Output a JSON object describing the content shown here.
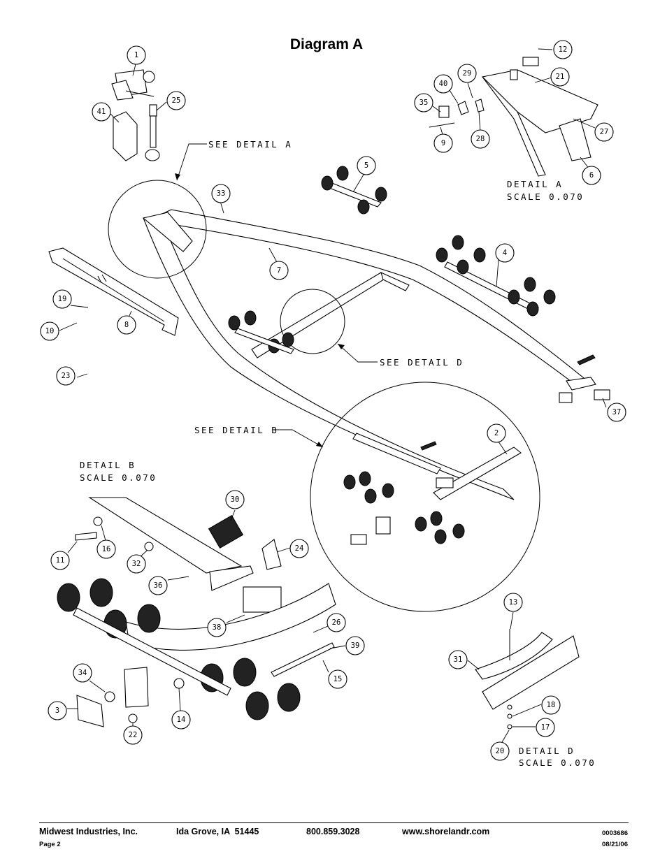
{
  "title": "Diagram A",
  "notes": {
    "see_detail_a": "SEE DETAIL A",
    "see_detail_b": "SEE DETAIL B",
    "see_detail_d": "SEE DETAIL D",
    "detail_a_label": "DETAIL A",
    "detail_a_scale": "SCALE 0.070",
    "detail_b_label": "DETAIL B",
    "detail_b_scale": "SCALE 0.070",
    "detail_d_label": "DETAIL D",
    "detail_d_scale": "SCALE 0.070"
  },
  "callouts": [
    "1",
    "41",
    "25",
    "5",
    "33",
    "7",
    "8",
    "19",
    "10",
    "23",
    "4",
    "37",
    "2",
    "12",
    "21",
    "29",
    "40",
    "35",
    "27",
    "28",
    "9",
    "6",
    "30",
    "24",
    "16",
    "11",
    "32",
    "36",
    "38",
    "26",
    "39",
    "15",
    "34",
    "3",
    "22",
    "14",
    "13",
    "31",
    "18",
    "17",
    "20"
  ],
  "footer": {
    "company": "Midwest Industries, Inc.",
    "city": "Ida Grove, IA  51445",
    "phone": "800.859.3028",
    "website": "www.shorelandr.com",
    "doc_number": "0003686",
    "page": "Page 2",
    "date": "08/21/06"
  }
}
